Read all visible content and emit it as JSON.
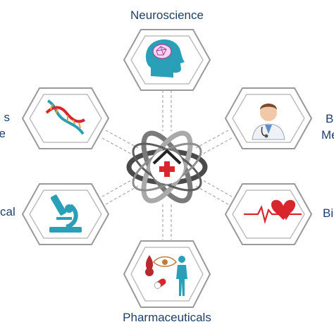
{
  "labels": {
    "top": "Neuroscience",
    "bottom": "Pharmaceuticals",
    "upper_left_line1": "s",
    "upper_left_line2": "e",
    "upper_right_line1": "B",
    "upper_right_line2": "Me",
    "lower_left": "cal",
    "lower_right": "Bio"
  },
  "icons": {
    "center": "medical-cross-home-icon",
    "top": "brain-head-icon",
    "upper_left": "dna-icon",
    "upper_right": "doctor-icon",
    "lower_left": "microscope-icon",
    "lower_right": "heartbeat-icon",
    "bottom": "blood-eye-body-pill-icon"
  },
  "colors": {
    "label_text": "#1f3f67",
    "hex_border": "#9a9a9a",
    "connector": "#a8a8a8",
    "accent_red": "#d9262c",
    "teal": "#2a9fb8"
  }
}
